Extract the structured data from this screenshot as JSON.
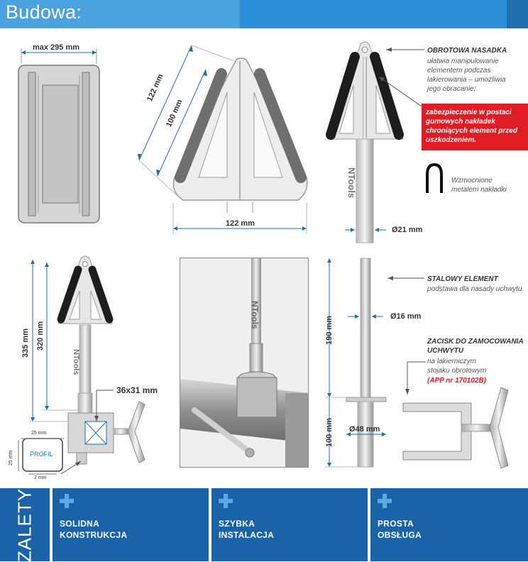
{
  "header": {
    "title": "Budowa:"
  },
  "top_left": {
    "dim_width": "max 295 mm"
  },
  "top_middle": {
    "dim_outer": "122 mm",
    "dim_inner": "100 mm",
    "dim_bottom": "122 mm"
  },
  "top_right": {
    "title": "OBROTOWA NASADKA",
    "desc": [
      "ułatwia manipulowanie",
      "elementem podczas",
      "lakierowania – umożliwia",
      "jego obracanie;"
    ],
    "red_note": [
      "zabezpieczenie w postaci",
      "gumowych nakładek",
      "chroniących element przed",
      "uszkodzeniem."
    ],
    "reinforce": [
      "Wzmocnione",
      "metalem nakładki"
    ],
    "diameter": "Ø21 mm",
    "brand": "NTools"
  },
  "mid_left": {
    "dim_total": "335 mm",
    "dim_inner": "320 mm",
    "dim_profile": "36x31 mm",
    "profile_label": "PROFIL",
    "profile_w": "25 mm",
    "profile_h": "25 mm",
    "profile_wall": "2 mm",
    "brand": "NTools"
  },
  "mid_photo": {
    "brand": "NTools"
  },
  "mid_right": {
    "steel_title": "STALOWY ELEMENT",
    "steel_desc": "podstawa dla nasady uchwytu",
    "dim_190": "190 mm",
    "dim_100": "100 mm",
    "dia_16": "Ø16 mm",
    "dia_48": "Ø48 mm",
    "clamp_title": [
      "ZACISK DO ZAMOCOWANIA",
      "UCHWYTU"
    ],
    "clamp_desc": [
      "na lakierniczym",
      "stojaku obrotowym"
    ],
    "clamp_app": "(APP nr 170102B)"
  },
  "footer": {
    "side_label": "ZALETY",
    "items": [
      {
        "line1": "SOLIDNA",
        "line2": "KONSTRUKCJA"
      },
      {
        "line1": "SZYBKA",
        "line2": "INSTALACJA"
      },
      {
        "line1": "PROSTA",
        "line2": "OBSŁUGA"
      }
    ]
  },
  "colors": {
    "header": "#2a8fd6",
    "footer": "#1a63a8",
    "accent_red": "#e01c24",
    "dimension_line": "#1a6fb5"
  }
}
